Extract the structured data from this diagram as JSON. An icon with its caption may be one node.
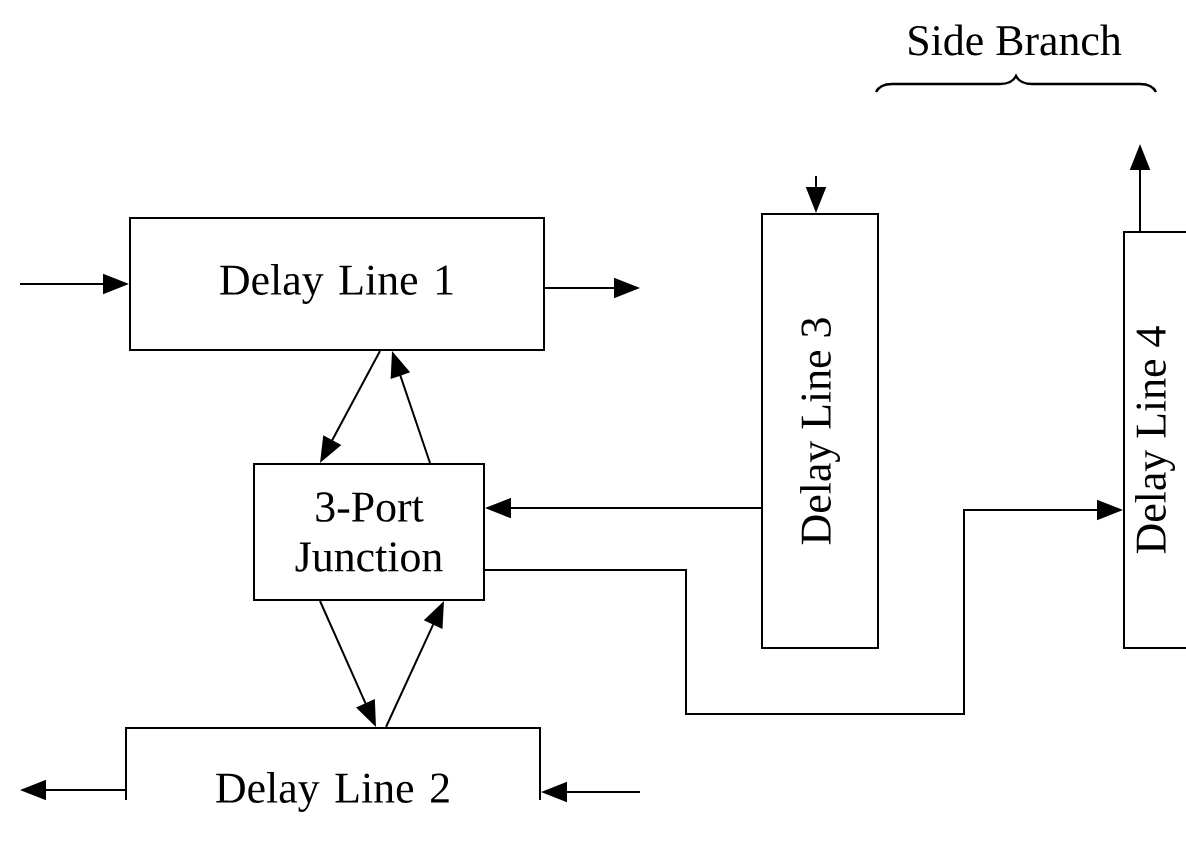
{
  "diagram": {
    "nodes": [
      {
        "text": [
          "Delay Line 1"
        ]
      },
      {
        "text": [
          "3-Port Junction"
        ]
      },
      {
        "text": [
          "Delay Line 2"
        ]
      },
      {
        "text": [
          "Delay Line 3"
        ]
      },
      {
        "text": [
          "Delay Line 4"
        ]
      }
    ],
    "edges": [
      {
        "from": null,
        "to": 0,
        "arrow": "to"
      },
      {
        "from": 0,
        "to": null,
        "arrow": "to"
      },
      {
        "from": 0,
        "to": 1,
        "arrow": "to"
      },
      {
        "from": 1,
        "to": 0,
        "arrow": "to"
      },
      {
        "from": 1,
        "to": 2,
        "arrow": "to"
      },
      {
        "from": 2,
        "to": 1,
        "arrow": "to"
      },
      {
        "from": 3,
        "to": 1,
        "arrow": "to"
      },
      {
        "from": 1,
        "to": 4,
        "arrow": "to"
      },
      {
        "from": null,
        "to": 3,
        "arrow": "to"
      },
      {
        "from": 4,
        "to": null,
        "arrow": "to"
      },
      {
        "from": 2,
        "to": null,
        "arrow": "to"
      },
      {
        "from": null,
        "to": 2,
        "arrow": "to"
      }
    ],
    "labels": [
      "Side Branch"
    ]
  }
}
